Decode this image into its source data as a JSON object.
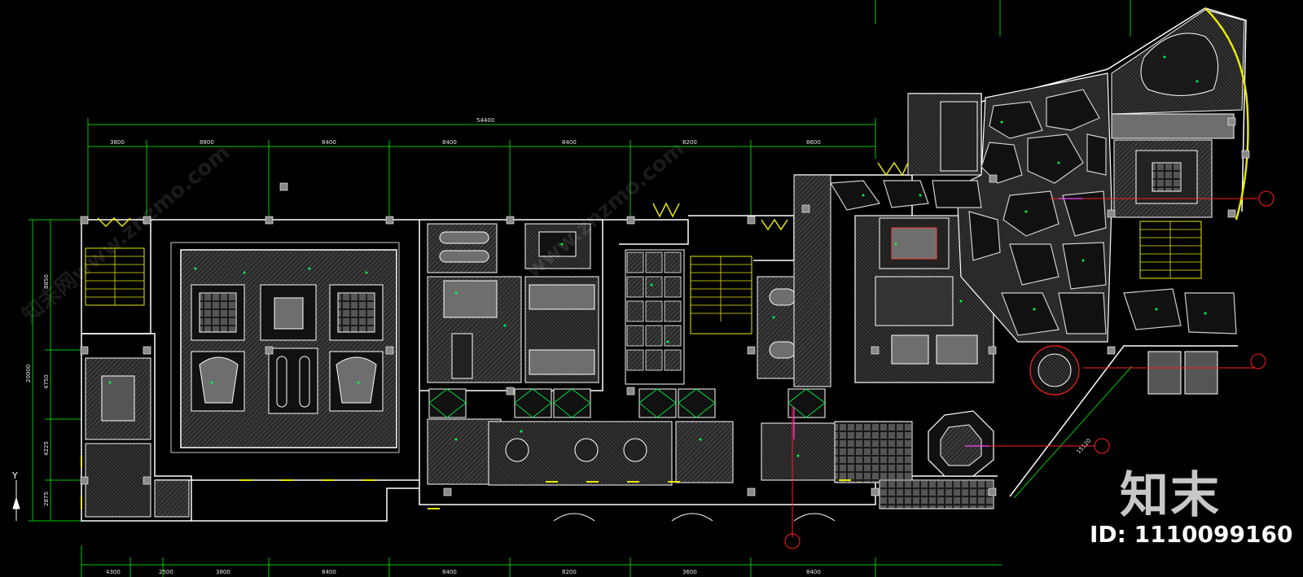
{
  "drawing": {
    "overall_dimension": "54400",
    "top_dimensions": [
      "3800",
      "8800",
      "8400",
      "8400",
      "8400",
      "8200",
      "8600"
    ],
    "bottom_dimensions": [
      "4300",
      "2500",
      "3800",
      "8400",
      "8400",
      "8200",
      "3600",
      "8400"
    ],
    "left_dimensions": [
      "8850",
      "4750",
      "4225",
      "2875"
    ],
    "left_total_dimension": "20000",
    "right_diagonal_dimension": "15120",
    "axis_label": "Y",
    "colors": {
      "background": "#000000",
      "wall": "#ffffff",
      "dimension": "#00c800",
      "stair": "#e8e800",
      "fixture": "#00ff44",
      "marker": "#ff2020",
      "grey_fill": "#6e6e6e"
    }
  },
  "watermark": {
    "text_left": "知末网www.znzmo.com",
    "text_center": "www.znzmo.com",
    "brand": "知末",
    "id_text": "ID: 1110099160"
  }
}
